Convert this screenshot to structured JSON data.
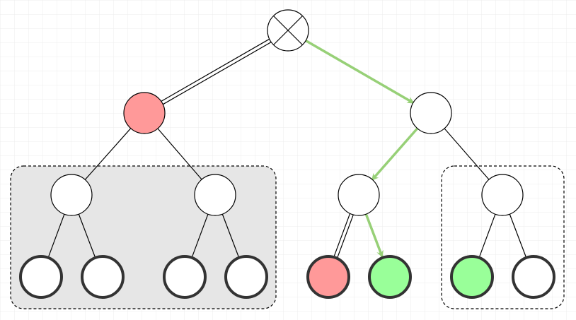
{
  "colors": {
    "background": "#ffffff",
    "grid": "#e6e6e6",
    "node_fill": "#ffffff",
    "node_stroke": "#000000",
    "leaf_stroke": "#333333",
    "red": "#ff9999",
    "green": "#99ff99",
    "green_arrow": "#97d077",
    "group_fill": "#e6e6e6",
    "group_stroke": "#000000"
  },
  "diagram": {
    "root": {
      "icon": "crossed-circle-icon"
    },
    "groups": [
      {
        "name": "left-subtree-group",
        "shaded": true
      },
      {
        "name": "right-subtree-group",
        "shaded": false
      }
    ],
    "nodes": [
      {
        "id": "root",
        "state": "crossed"
      },
      {
        "id": "n-left",
        "state": "red"
      },
      {
        "id": "n-right",
        "state": "plain"
      },
      {
        "id": "n-ll",
        "state": "plain"
      },
      {
        "id": "n-lr",
        "state": "plain"
      },
      {
        "id": "n-rl",
        "state": "plain"
      },
      {
        "id": "n-rr",
        "state": "plain"
      },
      {
        "id": "leaf-1",
        "state": "plain"
      },
      {
        "id": "leaf-2",
        "state": "plain"
      },
      {
        "id": "leaf-3",
        "state": "plain"
      },
      {
        "id": "leaf-4",
        "state": "plain"
      },
      {
        "id": "leaf-5",
        "state": "red"
      },
      {
        "id": "leaf-6",
        "state": "green"
      },
      {
        "id": "leaf-7",
        "state": "green"
      },
      {
        "id": "leaf-8",
        "state": "plain"
      }
    ],
    "edges": [
      {
        "from": "root",
        "to": "n-left",
        "style": "double"
      },
      {
        "from": "root",
        "to": "n-right",
        "style": "green-arrow"
      },
      {
        "from": "n-left",
        "to": "n-ll",
        "style": "plain"
      },
      {
        "from": "n-left",
        "to": "n-lr",
        "style": "plain"
      },
      {
        "from": "n-right",
        "to": "n-rl",
        "style": "green-arrow"
      },
      {
        "from": "n-right",
        "to": "n-rr",
        "style": "plain"
      },
      {
        "from": "n-ll",
        "to": "leaf-1",
        "style": "plain"
      },
      {
        "from": "n-ll",
        "to": "leaf-2",
        "style": "plain"
      },
      {
        "from": "n-lr",
        "to": "leaf-3",
        "style": "plain"
      },
      {
        "from": "n-lr",
        "to": "leaf-4",
        "style": "plain"
      },
      {
        "from": "n-rl",
        "to": "leaf-5",
        "style": "double"
      },
      {
        "from": "n-rl",
        "to": "leaf-6",
        "style": "green-arrow"
      },
      {
        "from": "n-rr",
        "to": "leaf-7",
        "style": "plain"
      },
      {
        "from": "n-rr",
        "to": "leaf-8",
        "style": "plain"
      }
    ]
  }
}
